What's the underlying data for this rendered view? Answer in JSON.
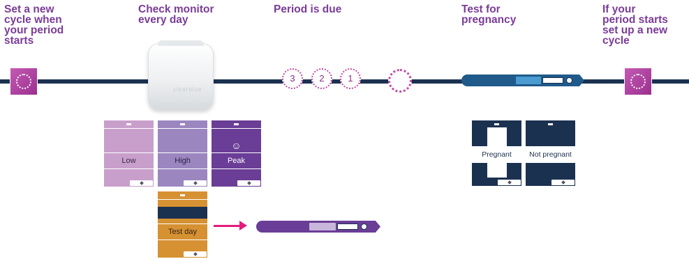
{
  "steps": [
    {
      "label": "Set a new\ncycle when\nyour period\nstarts"
    },
    {
      "label": "Check monitor\nevery day"
    },
    {
      "label": "Period is due"
    },
    {
      "label": "Test for\npregnancy"
    },
    {
      "label": "If your\nperiod starts\nset up a new\ncycle"
    }
  ],
  "countdown": [
    "3",
    "2",
    "1"
  ],
  "fertility_screens": [
    {
      "label": "Low",
      "color": "#c89fcb"
    },
    {
      "label": "High",
      "color": "#9b86c0"
    },
    {
      "label": "Peak",
      "color": "#6a3d96",
      "symbol": "☺"
    }
  ],
  "test_day_screen": {
    "label": "Test day",
    "color": "#d69133",
    "band_color": "#1b3150"
  },
  "pregnancy_screens": [
    {
      "label": "Pregnant"
    },
    {
      "label": "Not pregnant"
    }
  ],
  "colors": {
    "heading": "#7a3c97",
    "timeline": "#1b3150",
    "accent_pink": "#c44aa7",
    "arrow": "#e51b7a",
    "pregnancy_stick": "#1f5a8a",
    "test_stick": "#6a3d96"
  }
}
